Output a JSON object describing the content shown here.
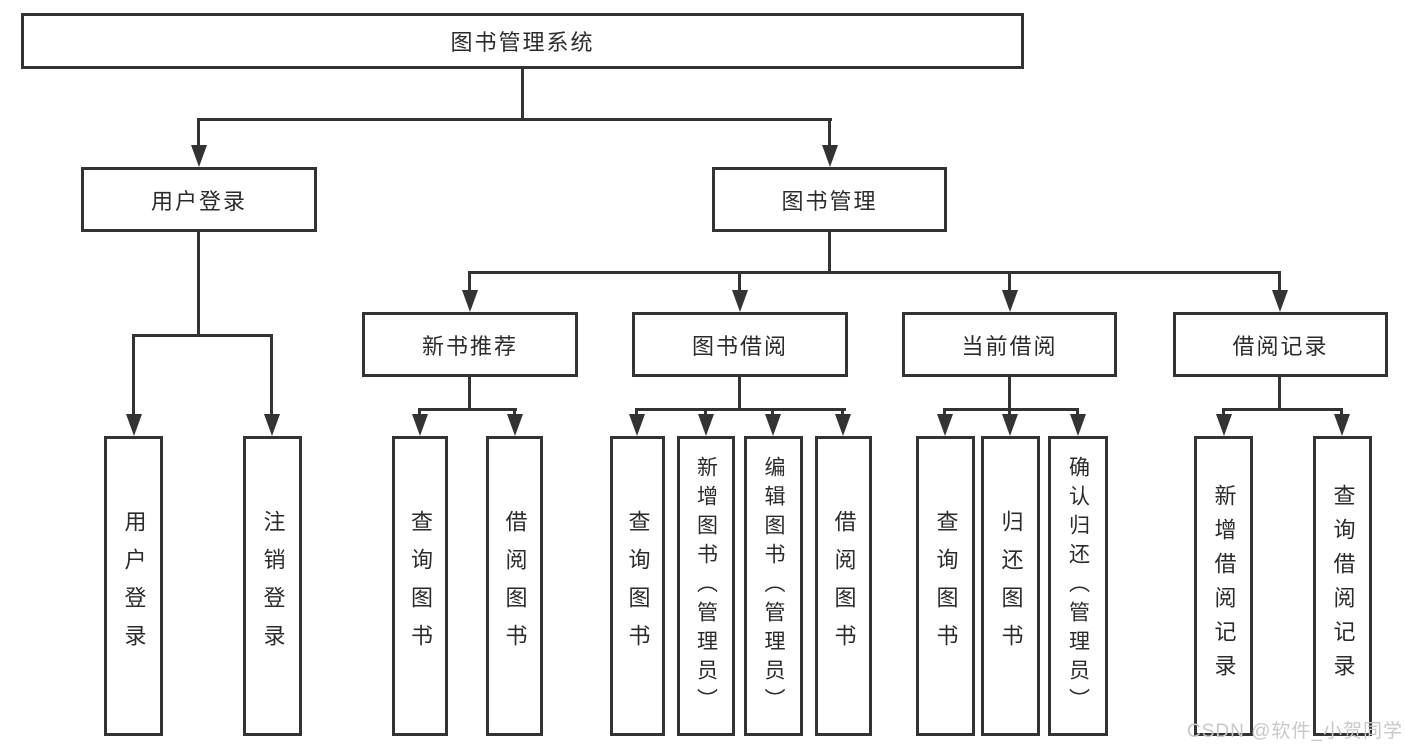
{
  "diagram": {
    "title": "图书管理系统",
    "root": {
      "label": "图书管理系统"
    },
    "level2": [
      {
        "label": "用户登录"
      },
      {
        "label": "图书管理"
      }
    ],
    "level3": [
      {
        "label": "新书推荐"
      },
      {
        "label": "图书借阅"
      },
      {
        "label": "当前借阅"
      },
      {
        "label": "借阅记录"
      }
    ],
    "leaves": [
      {
        "label": "用户登录"
      },
      {
        "label": "注销登录"
      },
      {
        "label": "查询图书"
      },
      {
        "label": "借阅图书"
      },
      {
        "label": "查询图书"
      },
      {
        "label": "新增图书（管理员）"
      },
      {
        "label": "编辑图书（管理员）"
      },
      {
        "label": "借阅图书"
      },
      {
        "label": "查询图书"
      },
      {
        "label": "归还图书"
      },
      {
        "label": "确认归还（管理员）"
      },
      {
        "label": "新增借阅记录"
      },
      {
        "label": "查询借阅记录"
      }
    ]
  },
  "watermark": {
    "text": "CSDN @软件_小贺同学",
    "color": "#c8c8c8"
  },
  "colors": {
    "line": "#333333",
    "text": "#2b2b2b",
    "background": "#ffffff"
  }
}
